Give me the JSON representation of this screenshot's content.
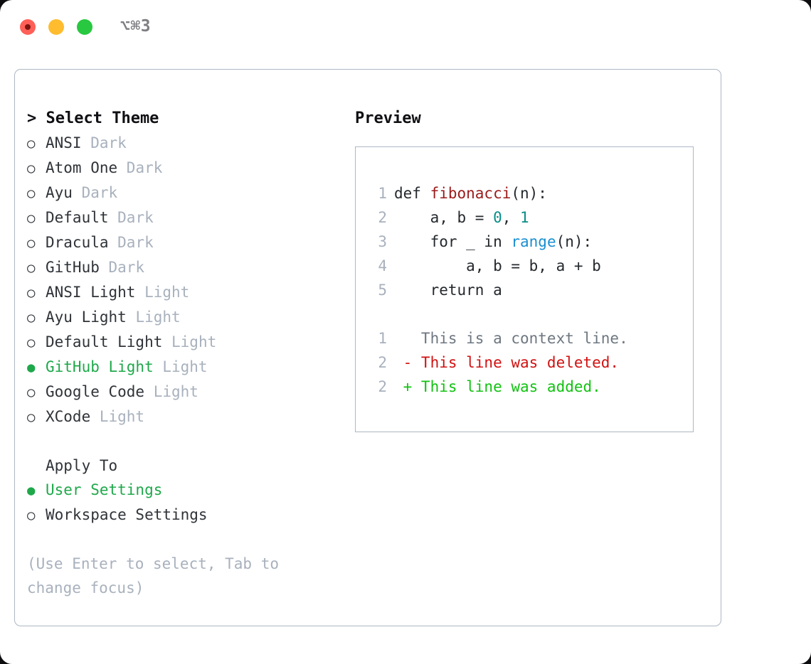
{
  "titlebar": {
    "shortcut": "⌥⌘3",
    "buttons": [
      "close",
      "minimize",
      "maximize"
    ]
  },
  "theme_section": {
    "heading": "> Select Theme",
    "bullet_unselected": "○",
    "bullet_selected": "●",
    "items": [
      {
        "name": "ANSI",
        "suffix": "Dark",
        "selected": false
      },
      {
        "name": "Atom One",
        "suffix": "Dark",
        "selected": false
      },
      {
        "name": "Ayu",
        "suffix": "Dark",
        "selected": false
      },
      {
        "name": "Default",
        "suffix": "Dark",
        "selected": false
      },
      {
        "name": "Dracula",
        "suffix": "Dark",
        "selected": false
      },
      {
        "name": "GitHub",
        "suffix": "Dark",
        "selected": false
      },
      {
        "name": "ANSI Light",
        "suffix": "Light",
        "selected": false
      },
      {
        "name": "Ayu Light",
        "suffix": "Light",
        "selected": false
      },
      {
        "name": "Default Light",
        "suffix": "Light",
        "selected": false
      },
      {
        "name": "GitHub Light",
        "suffix": "Light",
        "selected": true
      },
      {
        "name": "Google Code",
        "suffix": "Light",
        "selected": false
      },
      {
        "name": "XCode",
        "suffix": "Light",
        "selected": false
      }
    ]
  },
  "apply_section": {
    "heading": "Apply To",
    "items": [
      {
        "name": "User Settings",
        "selected": true
      },
      {
        "name": "Workspace Settings",
        "selected": false
      }
    ]
  },
  "hint": "(Use Enter to select, Tab to change focus)",
  "preview": {
    "title": "Preview",
    "code_lines": [
      {
        "number": "1",
        "tokens": [
          {
            "text": "def ",
            "type": "plain"
          },
          {
            "text": "fibonacci",
            "type": "function"
          },
          {
            "text": "(n):",
            "type": "plain"
          }
        ]
      },
      {
        "number": "2",
        "tokens": [
          {
            "text": "    a, b = ",
            "type": "plain"
          },
          {
            "text": "0",
            "type": "number"
          },
          {
            "text": ", ",
            "type": "plain"
          },
          {
            "text": "1",
            "type": "number"
          }
        ]
      },
      {
        "number": "3",
        "tokens": [
          {
            "text": "    for _ in ",
            "type": "plain"
          },
          {
            "text": "range",
            "type": "call"
          },
          {
            "text": "(n):",
            "type": "plain"
          }
        ]
      },
      {
        "number": "4",
        "tokens": [
          {
            "text": "        a, b = b, a + b",
            "type": "plain"
          }
        ]
      },
      {
        "number": "5",
        "tokens": [
          {
            "text": "    return a",
            "type": "plain"
          }
        ]
      }
    ],
    "diff_lines": [
      {
        "number": "1",
        "marker": "  ",
        "text": "This is a context line.",
        "kind": "context"
      },
      {
        "number": "2",
        "marker": "- ",
        "text": "This line was deleted.",
        "kind": "deleted"
      },
      {
        "number": "2",
        "marker": "+ ",
        "text": "This line was added.",
        "kind": "added"
      }
    ]
  },
  "colors": {
    "accent_green": "#1fa84a",
    "muted_gray": "#a8b1bd",
    "text": "#2f3338",
    "function_red": "#9c1b1b",
    "number_teal": "#0a8d87",
    "call_blue": "#1a8fd0",
    "diff_deleted": "#d11111",
    "diff_added": "#12c212",
    "border": "#adb7c4"
  }
}
